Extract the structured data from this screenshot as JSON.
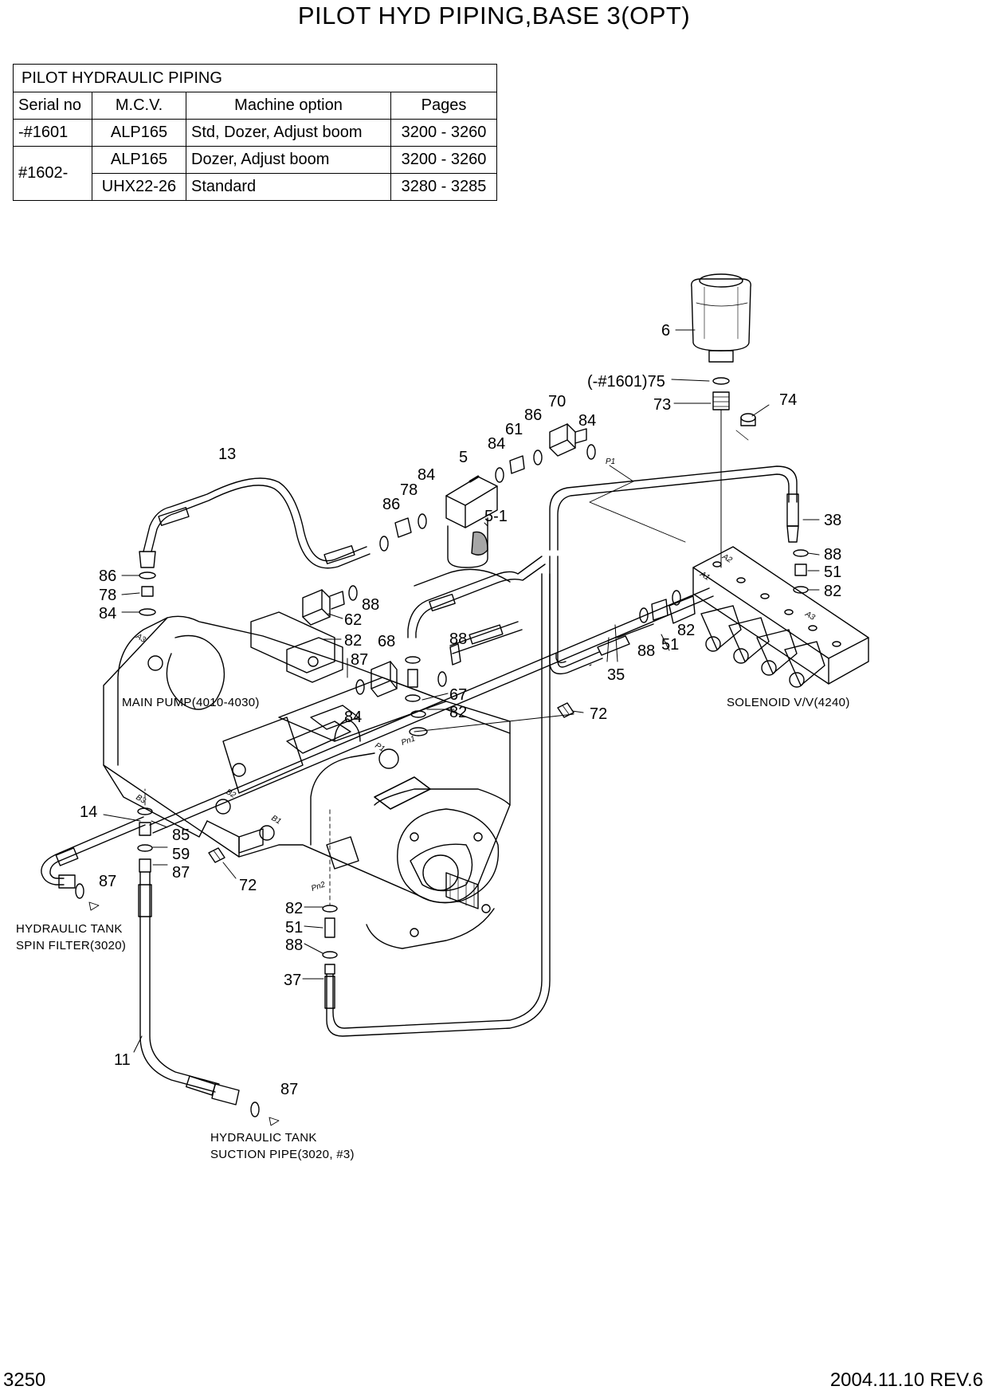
{
  "title": "PILOT HYD PIPING,BASE 3(OPT)",
  "table": {
    "caption": "PILOT HYDRAULIC PIPING",
    "headers": [
      "Serial no",
      "M.C.V.",
      "Machine option",
      "Pages"
    ],
    "rows": [
      {
        "serial": "-#1601",
        "mcv": "ALP165",
        "option": "Std, Dozer, Adjust boom",
        "pages": "3200 - 3260"
      },
      {
        "serial": "#1602-",
        "mcv": "ALP165",
        "option": "Dozer, Adjust boom",
        "pages": "3200 - 3260"
      },
      {
        "serial": "",
        "mcv": "UHX22-26",
        "option": "Standard",
        "pages": "3280 - 3285"
      }
    ]
  },
  "callouts": [
    "6",
    "(-#1601)75",
    "73",
    "74",
    "70",
    "86",
    "84",
    "61",
    "84",
    "5",
    "5-1",
    "84",
    "78",
    "86",
    "13",
    "38",
    "88",
    "51",
    "82",
    "86",
    "78",
    "84",
    "62",
    "88",
    "82",
    "68",
    "88",
    "87",
    "67",
    "84",
    "82",
    "82",
    "51",
    "88",
    "35",
    "72",
    "14",
    "85",
    "59",
    "87",
    "87",
    "72",
    "82",
    "51",
    "88",
    "37",
    "11",
    "87"
  ],
  "port_marks": [
    "P1",
    "A3",
    "Pn1",
    "Pn2",
    "B3",
    "B2",
    "B1",
    "P1",
    "A1",
    "A2",
    "A3"
  ],
  "notes": {
    "main_pump": "MAIN PUMP(4010-4030)",
    "solenoid": "SOLENOID V/V(4240)",
    "tank_spin_1": "HYDRAULIC TANK",
    "tank_spin_2": "SPIN FILTER(3020)",
    "tank_suction_1": "HYDRAULIC TANK",
    "tank_suction_2": "SUCTION PIPE(3020, #3)"
  },
  "footer": {
    "page": "3250",
    "date_rev": "2004.11.10  REV.6"
  }
}
